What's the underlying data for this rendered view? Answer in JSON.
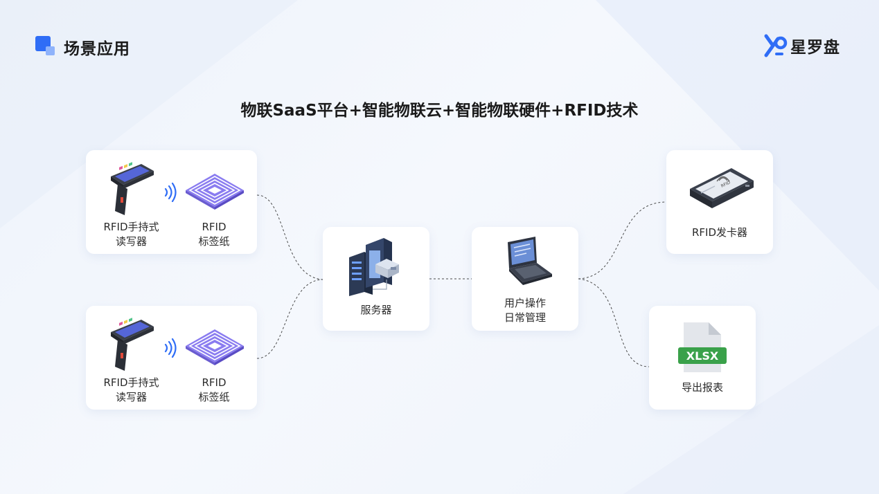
{
  "header": {
    "title": "场景应用"
  },
  "brand": {
    "name": "星罗盘"
  },
  "main_title": "物联SaaS平台+智能物联云+智能物联硬件+RFID技术",
  "nodes": {
    "reader_1": {
      "label": "RFID手持式\n读写器"
    },
    "tag_1": {
      "label": "RFID\n标签纸"
    },
    "reader_2": {
      "label": "RFID手持式\n读写器"
    },
    "tag_2": {
      "label": "RFID\n标签纸"
    },
    "server": {
      "label": "服务器"
    },
    "user": {
      "label": "用户操作\n日常管理"
    },
    "issuer": {
      "label": "RFID发卡器",
      "device_text": "RFID"
    },
    "report": {
      "label": "导出报表",
      "file_badge": "XLSX"
    }
  },
  "colors": {
    "accent": "#2f6df6",
    "accent_light": "#8fb3fb",
    "tag_purple": "#8a7cf0",
    "xlsx_green": "#3aa14a",
    "connector": "#4a4a4a"
  }
}
